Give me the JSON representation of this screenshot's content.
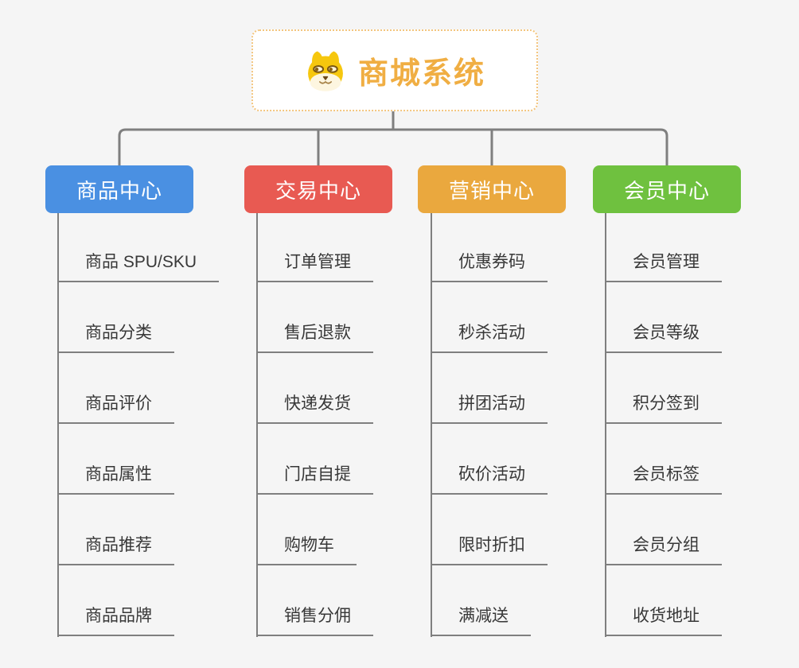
{
  "root": {
    "title": "商城系统",
    "icon": "doge-icon"
  },
  "branches": [
    {
      "id": "product-center",
      "label": "商品中心",
      "color": "#4a90e2",
      "children": [
        "商品 SPU/SKU",
        "商品分类",
        "商品评价",
        "商品属性",
        "商品推荐",
        "商品品牌"
      ]
    },
    {
      "id": "trade-center",
      "label": "交易中心",
      "color": "#e85a52",
      "children": [
        "订单管理",
        "售后退款",
        "快递发货",
        "门店自提",
        "购物车",
        "销售分佣"
      ]
    },
    {
      "id": "marketing-center",
      "label": "营销中心",
      "color": "#eaa83e",
      "children": [
        "优惠券码",
        "秒杀活动",
        "拼团活动",
        "砍价活动",
        "限时折扣",
        "满减送"
      ]
    },
    {
      "id": "member-center",
      "label": "会员中心",
      "color": "#6fc13f",
      "children": [
        "会员管理",
        "会员等级",
        "积分签到",
        "会员标签",
        "会员分组",
        "收货地址"
      ]
    }
  ],
  "colors": {
    "background": "#f5f5f5",
    "root_border": "#f3c57e",
    "root_text": "#f0ae43",
    "connector": "#7f7f7f",
    "leaf_text": "#383838",
    "branch_text": "#ffffff"
  }
}
